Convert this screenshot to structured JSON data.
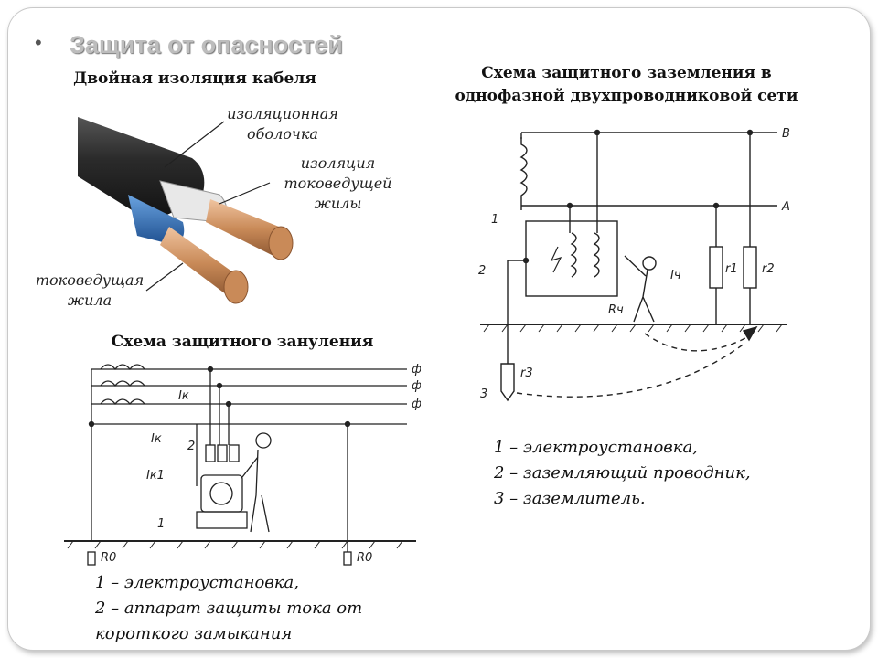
{
  "slide": {
    "title": "Защита от опасностей"
  },
  "cable_section": {
    "heading": "Двойная изоляция кабеля",
    "label_sheath_1": "изоляционная",
    "label_sheath_2": "оболочка",
    "label_core_insulation_1": "изоляция",
    "label_core_insulation_2": "токоведущей",
    "label_core_insulation_3": "жилы",
    "label_core_1": "токоведущая",
    "label_core_2": "жила"
  },
  "grounding_section": {
    "heading_line1": "Схема защитного заземления в",
    "heading_line2": "однофазной двухпроводниковой сети",
    "labels": {
      "B": "B",
      "A": "A",
      "n1": "1",
      "n2": "2",
      "n3": "3",
      "Ich": "Iч",
      "Rch": "Rч",
      "r1": "r1",
      "r2": "r2",
      "r3": "r3"
    },
    "legend": [
      "1 – электроустановка,",
      "2 – заземляющий проводник,",
      "3 – заземлитель."
    ]
  },
  "zeroing_section": {
    "heading": "Схема защитного зануления",
    "labels": {
      "phi": "ф",
      "Ik": "Iк",
      "Ik1": "Iк1",
      "R0": "R0",
      "n1": "1",
      "n2": "2"
    },
    "legend": [
      "1 – электроустановка,",
      "2 – аппарат защиты тока от",
      "короткого замыкания"
    ]
  },
  "colors": {
    "title_gray": "#bdbdbd",
    "cable_black": "#2b2b2b",
    "core_blue": "#2f6fb8",
    "copper": "#c98a58"
  }
}
